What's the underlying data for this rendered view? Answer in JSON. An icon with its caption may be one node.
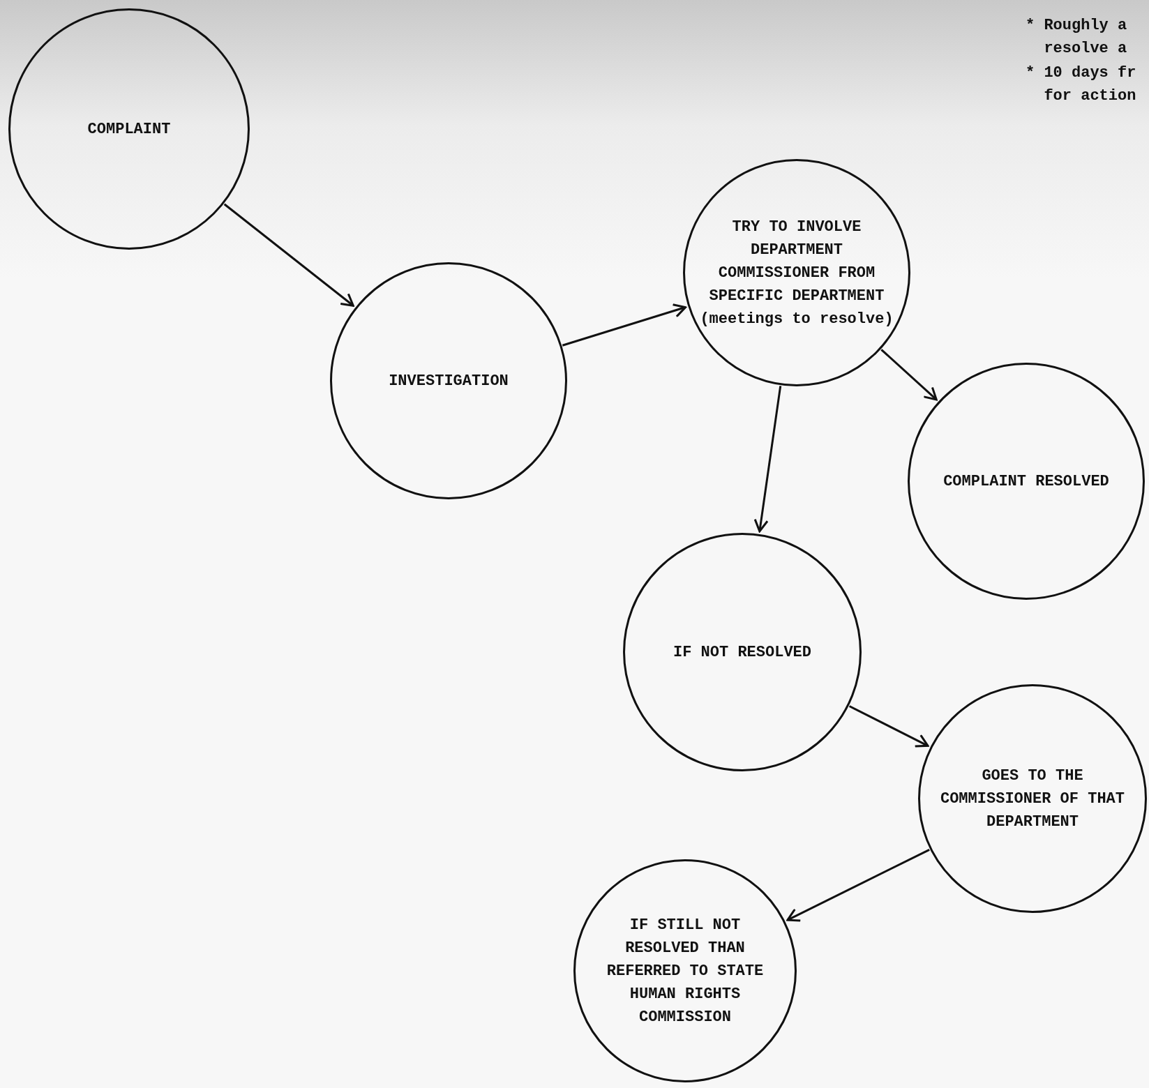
{
  "diagram": {
    "nodes": [
      {
        "text": [
          "COMPLAINT"
        ]
      },
      {
        "text": [
          "INVESTIGATION"
        ]
      },
      {
        "text": [
          "TRY TO INVOLVE DEPARTMENT COMMISSIONER FROM SPECIFIC DEPARTMENT (meetings to resolve)"
        ]
      },
      {
        "text": [
          "COMPLAINT RESOLVED"
        ]
      },
      {
        "text": [
          "IF NOT RESOLVED"
        ]
      },
      {
        "text": [
          "GOES TO THE COMMISSIONER OF THAT DEPARTMENT"
        ]
      },
      {
        "text": [
          "IF STILL NOT RESOLVED THAN REFERRED TO STATE HUMAN RIGHTS COMMISSION"
        ]
      }
    ],
    "edges": [
      {
        "from": 0,
        "to": 1,
        "arrow": "to"
      },
      {
        "from": 1,
        "to": 2,
        "arrow": "to"
      },
      {
        "from": 2,
        "to": 3,
        "arrow": "to"
      },
      {
        "from": 2,
        "to": 4,
        "arrow": "to"
      },
      {
        "from": 4,
        "to": 5,
        "arrow": "to"
      },
      {
        "from": 5,
        "to": 6,
        "arrow": "to"
      }
    ],
    "labels": [
      "* Roughly a resolve a",
      "* 10 days fr for action"
    ]
  }
}
